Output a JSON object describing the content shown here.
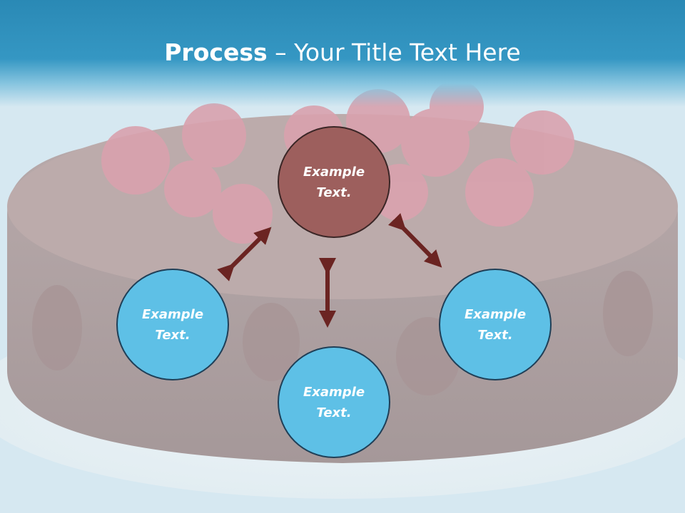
{
  "title": {
    "bold": "Process",
    "rest": " – Your Title Text Here"
  },
  "nodes": {
    "center": "Example Text.",
    "left": "Example Text.",
    "right": "Example Text.",
    "bottom": "Example Text."
  },
  "colors": {
    "header": "#2a89b5",
    "center_node": "#9d5f5d",
    "side_node": "#5ec0e6",
    "arrow": "#6b2422"
  }
}
